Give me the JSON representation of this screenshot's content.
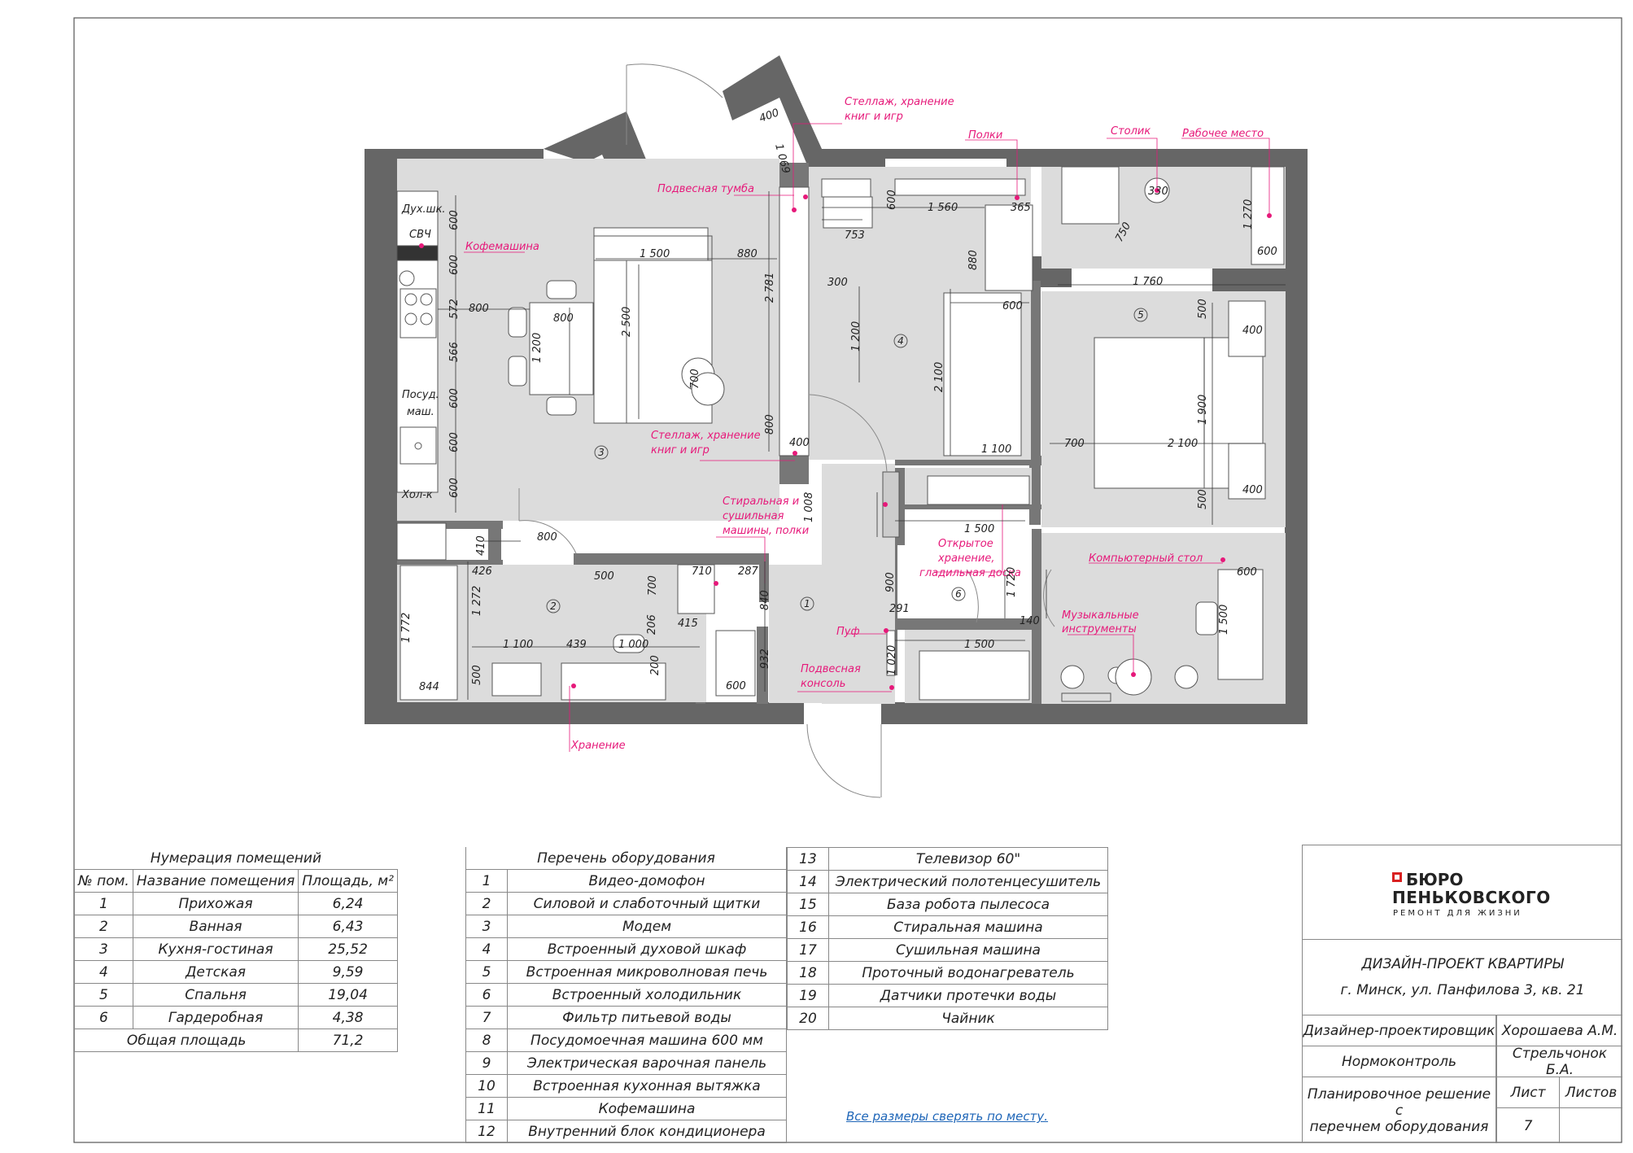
{
  "plan": {
    "annotations": {
      "shelf_books_top": [
        "Стеллаж, хранение",
        "книг и игр"
      ],
      "shelves": "Полки",
      "small_table": "Столик",
      "workplace": "Рабочее место",
      "hanging_cabinet": "Подвесная тумба",
      "coffee_machine": "Кофемашина",
      "shelf_books_mid": [
        "Стеллаж, хранение",
        "книг и игр"
      ],
      "washer_dryer": [
        "Стиральная и",
        "сушильная",
        "машины, полки"
      ],
      "open_storage": [
        "Открытое",
        "хранение,",
        "гладильная доска"
      ],
      "computer_desk": "Компьютерный стол",
      "music": [
        "Музыкальные",
        "инструменты"
      ],
      "pouf": "Пуф",
      "hanging_console": [
        "Подвесная",
        "консоль"
      ],
      "storage": "Хранение"
    },
    "appliance_labels": {
      "oven": "Дух.шк.",
      "microwave": "СВЧ",
      "dishwasher": [
        "Посуд.",
        "маш."
      ],
      "fridge": "Хол-к"
    },
    "room_numbers": [
      "1",
      "2",
      "3",
      "4",
      "5",
      "6"
    ],
    "dimensions": {
      "d600a": "600",
      "d600b": "600",
      "d572": "572",
      "d566": "566",
      "d600c": "600",
      "d600d": "600",
      "d600e": "600",
      "d800_dining": "800",
      "d800_table": "800",
      "d1200_table": "1 200",
      "d1500": "1 500",
      "d880": "880",
      "d2500": "2 500",
      "d2781": "2 781",
      "d700": "700",
      "d800_shelf": "800",
      "d400_shelf": "400",
      "d1069": "1 069",
      "d400_top": "400",
      "d600_top": "600",
      "d1560": "1 560",
      "d365": "365",
      "d753": "753",
      "d330": "330",
      "d750": "750",
      "d1270": "1 270",
      "d600_work": "600",
      "d1760": "1 760",
      "d300": "300",
      "d1200_tv": "1 200",
      "d880_w": "880",
      "d600_bed": "600",
      "d2100_bed": "2 100",
      "d1100_bed": "1 100",
      "d500_a": "500",
      "d400_a": "400",
      "d1900": "1 900",
      "d700_bed": "700",
      "d2100_bed2": "2 100",
      "d400_b": "400",
      "d500_b": "500",
      "d1008": "1 008",
      "d1500_ward": "1 500",
      "d900": "900",
      "d1720": "1 720",
      "d600_comp": "600",
      "d1500_comp": "1 500",
      "d291": "291",
      "d1020": "1 020",
      "d140": "140",
      "d1500_ward2": "1 500",
      "d410": "410",
      "d426": "426",
      "d800_bath": "800",
      "d1272": "1 272",
      "d1772": "1 772",
      "d844": "844",
      "d500_bath": "500",
      "d710": "710",
      "d287": "287",
      "d700_bath": "700",
      "d840": "840",
      "d206": "206",
      "d415": "415",
      "d1000": "1 000",
      "d1100_bath": "1 100",
      "d439": "439",
      "d500_bath2": "500",
      "d200": "200",
      "d932": "932",
      "d600_bath": "600"
    }
  },
  "rooms_table": {
    "caption": "Нумерация помещений",
    "headers": [
      "№ пом.",
      "Название помещения",
      "Площадь, м²"
    ],
    "rows": [
      [
        "1",
        "Прихожая",
        "6,24"
      ],
      [
        "2",
        "Ванная",
        "6,43"
      ],
      [
        "3",
        "Кухня-гостиная",
        "25,52"
      ],
      [
        "4",
        "Детская",
        "9,59"
      ],
      [
        "5",
        "Спальня",
        "19,04"
      ],
      [
        "6",
        "Гардеробная",
        "4,38"
      ]
    ],
    "total_label": "Общая площадь",
    "total_value": "71,2"
  },
  "equipment_table": {
    "caption": "Перечень оборудования",
    "rows_left": [
      [
        "1",
        "Видео-домофон"
      ],
      [
        "2",
        "Силовой и слаботочный щитки"
      ],
      [
        "3",
        "Модем"
      ],
      [
        "4",
        "Встроенный духовой шкаф"
      ],
      [
        "5",
        "Встроенная микроволновая печь"
      ],
      [
        "6",
        "Встроенный холодильник"
      ],
      [
        "7",
        "Фильтр питьевой воды"
      ],
      [
        "8",
        "Посудомоечная машина 600 мм"
      ],
      [
        "9",
        "Электрическая варочная панель"
      ],
      [
        "10",
        "Встроенная кухонная вытяжка"
      ],
      [
        "11",
        "Кофемашина"
      ],
      [
        "12",
        "Внутренний блок кондиционера"
      ]
    ],
    "rows_right": [
      [
        "13",
        "Телевизор 60\""
      ],
      [
        "14",
        "Электрический полотенцесушитель"
      ],
      [
        "15",
        "База робота пылесоса"
      ],
      [
        "16",
        "Стиральная машина"
      ],
      [
        "17",
        "Сушильная машина"
      ],
      [
        "18",
        "Проточный водонагреватель"
      ],
      [
        "19",
        "Датчики протечки воды"
      ],
      [
        "20",
        "Чайник"
      ]
    ]
  },
  "note": "Все размеры сверять по месту.",
  "stamp": {
    "logo_line1": "БЮРО",
    "logo_line2": "ПЕНЬКОВСКОГО",
    "logo_tagline": "РЕМОНТ ДЛЯ ЖИЗНИ",
    "project_title": "ДИЗАЙН-ПРОЕКТ КВАРТИРЫ",
    "address": "г. Минск, ул. Панфилова 3, кв. 21",
    "designer_role": "Дизайнер-проектировщик",
    "designer_name": "Хорошаева А.М.",
    "control_role": "Нормоконтроль",
    "control_name": "Стрельчонок Б.А.",
    "sheet_title": [
      "Планировочное решение с",
      "перечнем оборудования"
    ],
    "sheet_label": "Лист",
    "sheets_label": "Листов",
    "sheet_number": "7",
    "sheets_total": ""
  },
  "colors": {
    "wall": "#666666",
    "floor": "#dcdcdc",
    "annotation": "#e6197a",
    "dimension": "#333333",
    "note_link": "#1f66b8"
  }
}
